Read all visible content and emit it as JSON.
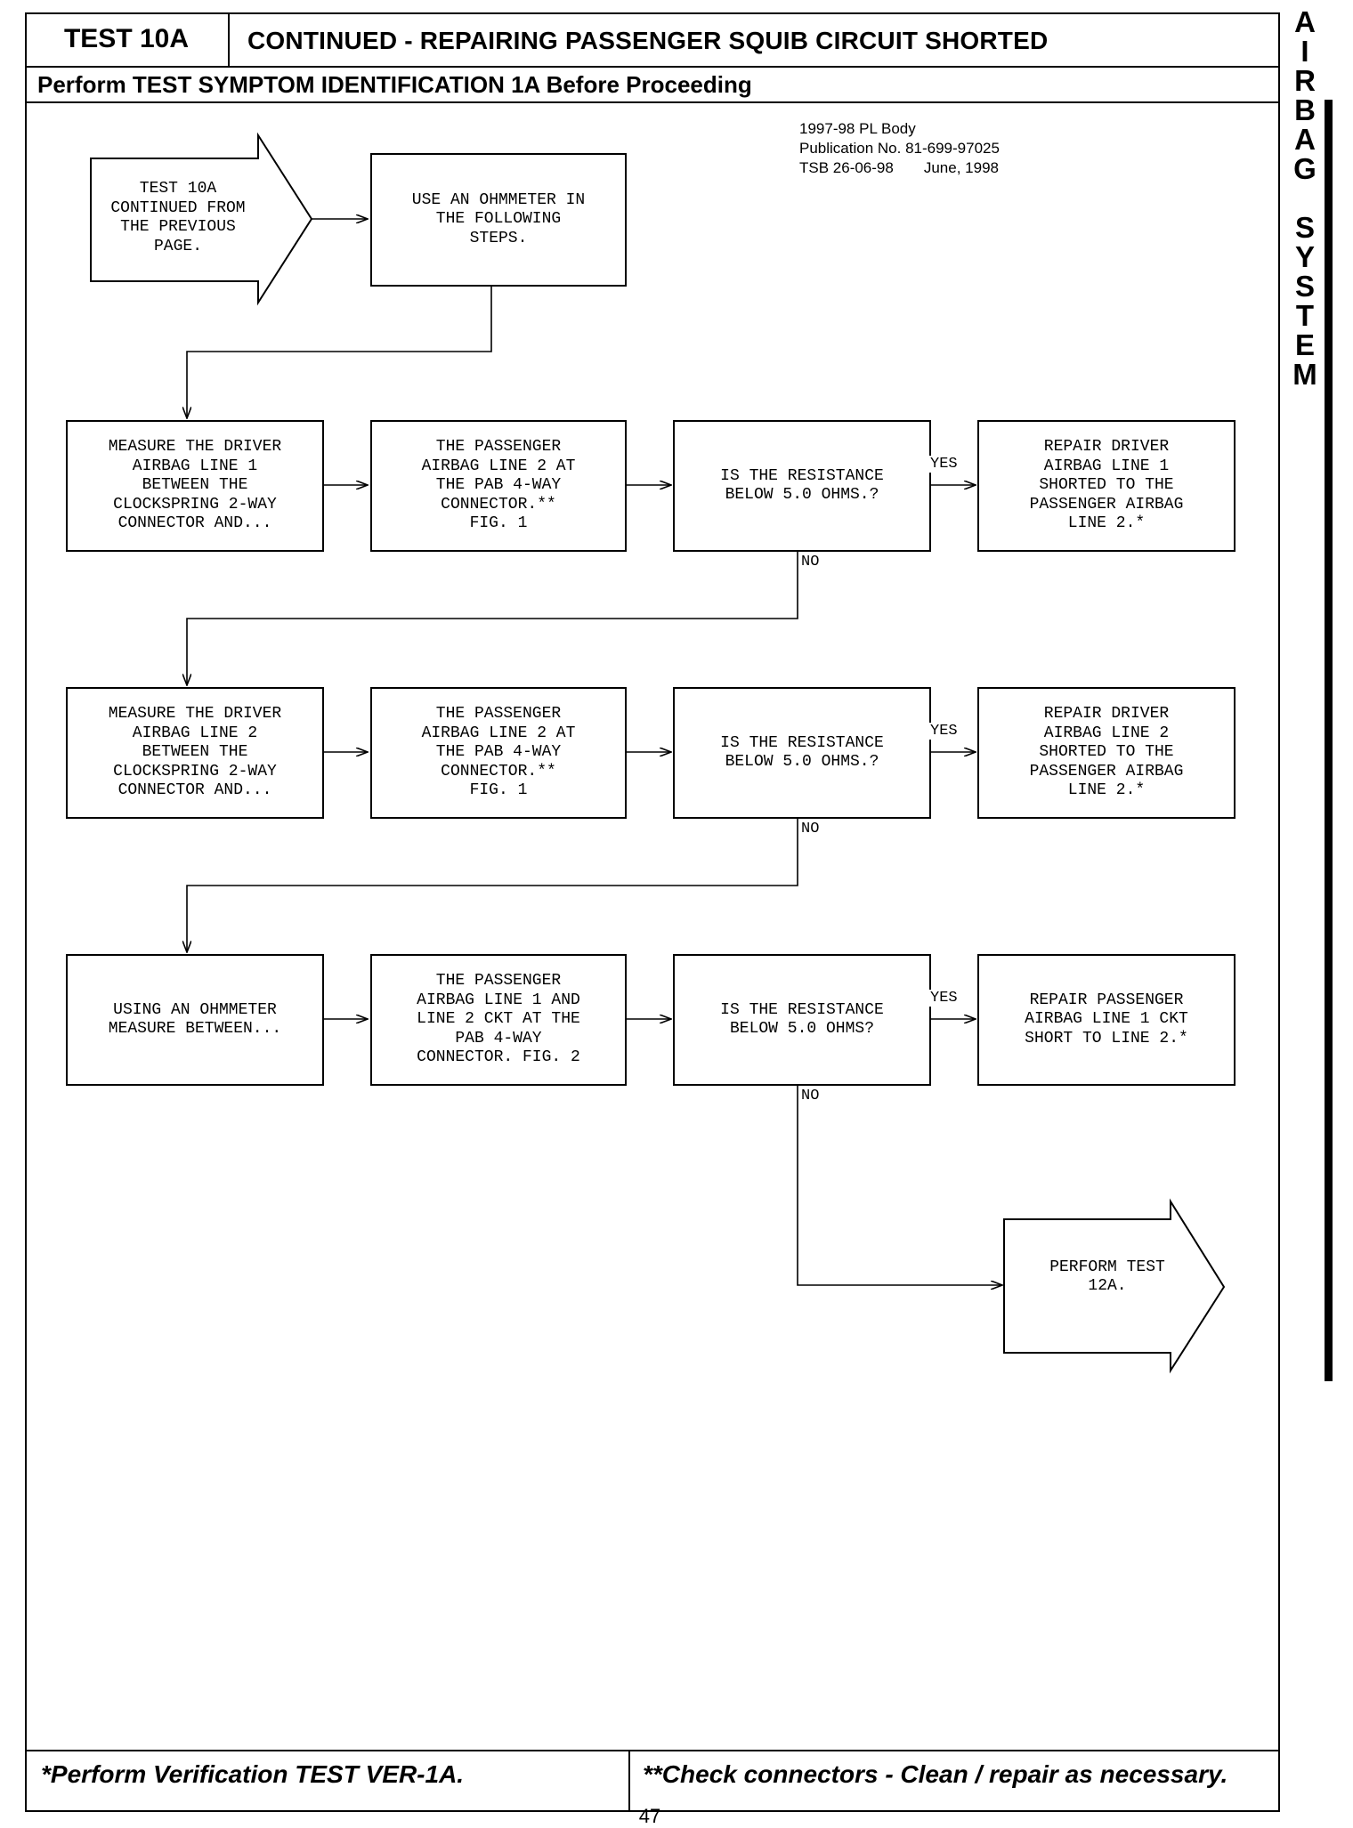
{
  "header": {
    "test_label": "TEST 10A",
    "title": "CONTINUED - REPAIRING PASSENGER SQUIB CIRCUIT SHORTED",
    "subtitle": "Perform TEST SYMPTOM IDENTIFICATION 1A Before Proceeding"
  },
  "publication": {
    "body": "1997-98 PL Body",
    "number": "Publication No. 81-699-97025",
    "tsb": "TSB 26-06-98",
    "date": "June, 1998"
  },
  "sidebar": {
    "word1": [
      "A",
      "I",
      "R",
      "B",
      "A",
      "G"
    ],
    "word2": [
      "S",
      "Y",
      "S",
      "T",
      "E",
      "M"
    ]
  },
  "flow": {
    "start_arrow": "TEST 10A\nCONTINUED FROM\nTHE PREVIOUS\nPAGE.",
    "use_ohmmeter": "USE AN OHMMETER IN\nTHE FOLLOWING\nSTEPS.",
    "row1": {
      "measure": "MEASURE THE DRIVER\nAIRBAG LINE 1\nBETWEEN THE\nCLOCKSPRING 2-WAY\nCONNECTOR AND...",
      "passenger": "THE PASSENGER\nAIRBAG LINE 2 AT\nTHE PAB 4-WAY\nCONNECTOR.**\nFIG. 1",
      "question": "IS THE RESISTANCE\nBELOW 5.0 OHMS.?",
      "repair": "REPAIR DRIVER\nAIRBAG LINE 1\nSHORTED TO THE\nPASSENGER AIRBAG\nLINE 2.*"
    },
    "row2": {
      "measure": "MEASURE THE DRIVER\nAIRBAG LINE 2\nBETWEEN THE\nCLOCKSPRING 2-WAY\nCONNECTOR AND...",
      "passenger": "THE PASSENGER\nAIRBAG LINE 2 AT\nTHE PAB 4-WAY\nCONNECTOR.**\nFIG. 1",
      "question": "IS THE RESISTANCE\nBELOW 5.0 OHMS.?",
      "repair": "REPAIR DRIVER\nAIRBAG LINE 2\nSHORTED TO THE\nPASSENGER AIRBAG\nLINE 2.*"
    },
    "row3": {
      "measure": "USING AN OHMMETER\nMEASURE BETWEEN...",
      "passenger": "THE PASSENGER\nAIRBAG LINE 1 AND\nLINE 2 CKT AT THE\nPAB 4-WAY\nCONNECTOR. FIG. 2",
      "question": "IS THE RESISTANCE\nBELOW 5.0 OHMS?",
      "repair": "REPAIR PASSENGER\nAIRBAG LINE 1 CKT\nSHORT TO LINE 2.*"
    },
    "end_arrow": "PERFORM TEST\n12A.",
    "yes_label": "YES",
    "no_label": "NO"
  },
  "footer": {
    "left": "*Perform Verification TEST VER-1A.",
    "right": "**Check connectors - Clean / repair as necessary.",
    "page_number": "47"
  }
}
